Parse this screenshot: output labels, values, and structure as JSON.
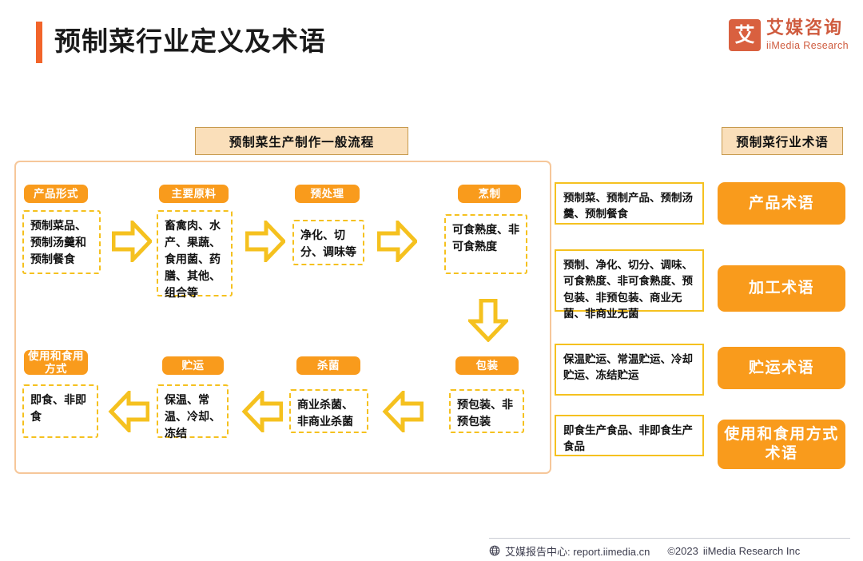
{
  "header": {
    "title": "预制菜行业定义及术语",
    "logo": {
      "mark": "艾",
      "cn": "艾媒咨询",
      "en": "iiMedia Research"
    }
  },
  "sections": {
    "flow_header": "预制菜生产制作一般流程",
    "terms_header": "预制菜行业术语"
  },
  "flow": {
    "row1": [
      {
        "label": "产品形式",
        "content": "预制菜品、预制汤羹和预制餐食"
      },
      {
        "label": "主要原料",
        "content": "畜禽肉、水产、果蔬、食用菌、药膳、其他、组合等"
      },
      {
        "label": "预处理",
        "content": "净化、切分、调味等"
      },
      {
        "label": "烹制",
        "content": "可食熟度、非可食熟度"
      }
    ],
    "row2": [
      {
        "label": "使用和食用方式",
        "content": "即食、非即食"
      },
      {
        "label": "贮运",
        "content": "保温、常温、冷却、冻结"
      },
      {
        "label": "杀菌",
        "content": "商业杀菌、非商业杀菌"
      },
      {
        "label": "包装",
        "content": "预包装、非预包装"
      }
    ]
  },
  "terms": [
    {
      "desc": "预制菜、预制产品、预制汤羹、预制餐食",
      "tag": "产品术语"
    },
    {
      "desc": "预制、净化、切分、调味、可食熟度、非可食熟度、预包装、非预包装、商业无菌、非商业无菌",
      "tag": "加工术语"
    },
    {
      "desc": "保温贮运、常温贮运、冷却贮运、冻结贮运",
      "tag": "贮运术语"
    },
    {
      "desc": "即食生产食品、非即食生产食品",
      "tag": "使用和食用方式术语"
    }
  ],
  "footer": {
    "source": "艾媒报告中心: report.iimedia.cn",
    "copyright": "©2023",
    "company": "iiMedia Research Inc"
  },
  "colors": {
    "accent_bar": "#F2642A",
    "pill_orange": "#F99B1C",
    "dashed_yellow": "#F5C11F",
    "header_fill": "#FADFBA",
    "header_border": "#C79A4E",
    "container_border": "#F6C79A",
    "logo_red": "#CF5B3E"
  }
}
